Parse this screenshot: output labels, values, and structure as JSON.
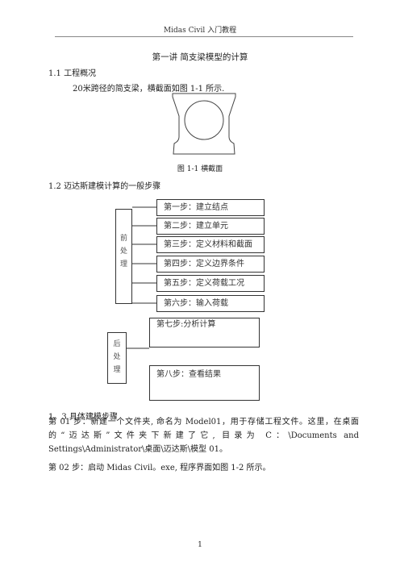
{
  "header": {
    "running_title": "Midas Civil 入门教程"
  },
  "lecture_title": "第一讲 简支梁模型的计算",
  "section_1_1": {
    "heading": "1.1 工程概况",
    "text": "20米跨径的简支梁，横截面如图  1-1 所示."
  },
  "figure_1_1": {
    "caption": "图 1-1  横截面"
  },
  "section_1_2": {
    "heading": "1.2 迈达斯建模计算的一般步骤"
  },
  "flowchart": {
    "pre_label": [
      "前",
      "处",
      "理"
    ],
    "pre_steps": [
      "第一步：建立结点",
      "第二步：建立单元",
      "第三步：定义材料和截面",
      "第四步：定义边界条件",
      "第五步：定义荷载工况",
      "第六步：输入荷载"
    ],
    "post_label": [
      "后",
      "处",
      "理"
    ],
    "post_steps": [
      "第七步:分析计算",
      "第八步：查看结果"
    ]
  },
  "section_1_3": {
    "heading": "1。3 具体建模步骤",
    "step01": "第 01 步：新建一个文件夹, 命名为  Model01，用于存储工程文件。这里，在桌面的“迈达斯”文件夹下新建了它, 目录为  C：\\Documents and Settings\\Administrator\\桌面\\迈达斯\\模型 01。",
    "step02": "第 02 步：启动  Midas Civil。exe, 程序界面如图  1-2 所示。"
  },
  "footer": {
    "page_number": "1"
  }
}
